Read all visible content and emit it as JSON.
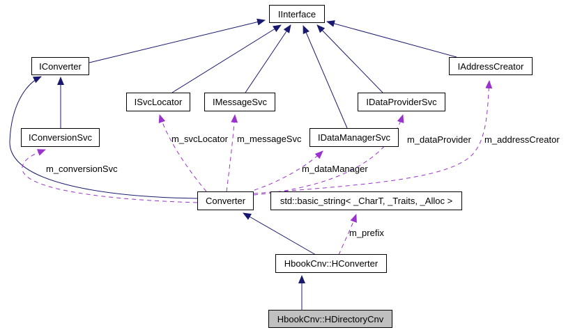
{
  "diagram": {
    "kind": "doxygen-collaboration-diagram",
    "focus_class": "HbookCnv::HDirectoryCnv",
    "colors": {
      "inheritance_edge": "#191970",
      "usage_edge": "#9a32cd",
      "node_fill": "#ffffff",
      "node_border": "#000000",
      "focus_node_fill": "#c0c0c0"
    },
    "nodes": [
      {
        "id": "iinterface",
        "label": "IInterface"
      },
      {
        "id": "iconverter",
        "label": "IConverter"
      },
      {
        "id": "iconversionsvc",
        "label": "IConversionSvc"
      },
      {
        "id": "isvclocator",
        "label": "ISvcLocator"
      },
      {
        "id": "imessagesvc",
        "label": "IMessageSvc"
      },
      {
        "id": "idataprovidersvc",
        "label": "IDataProviderSvc"
      },
      {
        "id": "idatamanagersvc",
        "label": "IDataManagerSvc"
      },
      {
        "id": "iaddresscreator",
        "label": "IAddressCreator"
      },
      {
        "id": "converter",
        "label": "Converter"
      },
      {
        "id": "basic_string",
        "label": "std::basic_string< _CharT, _Traits, _Alloc >"
      },
      {
        "id": "hconverter",
        "label": "HbookCnv::HConverter"
      },
      {
        "id": "hdirectorycnv",
        "label": "HbookCnv::HDirectoryCnv"
      }
    ],
    "edge_labels": {
      "m_conversionSvc": "m_conversionSvc",
      "m_svcLocator": "m_svcLocator",
      "m_messageSvc": "m_messageSvc",
      "m_dataManager": "m_dataManager",
      "m_dataProvider": "m_dataProvider",
      "m_addressCreator": "m_addressCreator",
      "m_prefix": "m_prefix"
    },
    "relations": [
      {
        "from": "IConverter",
        "to": "IInterface",
        "type": "inheritance"
      },
      {
        "from": "ISvcLocator",
        "to": "IInterface",
        "type": "inheritance"
      },
      {
        "from": "IMessageSvc",
        "to": "IInterface",
        "type": "inheritance"
      },
      {
        "from": "IDataManagerSvc",
        "to": "IInterface",
        "type": "inheritance"
      },
      {
        "from": "IDataProviderSvc",
        "to": "IInterface",
        "type": "inheritance"
      },
      {
        "from": "IAddressCreator",
        "to": "IInterface",
        "type": "inheritance"
      },
      {
        "from": "IConversionSvc",
        "to": "IConverter",
        "type": "inheritance"
      },
      {
        "from": "Converter",
        "to": "IConverter",
        "type": "inheritance"
      },
      {
        "from": "Converter",
        "to": "IConversionSvc",
        "type": "usage",
        "label": "m_conversionSvc"
      },
      {
        "from": "Converter",
        "to": "ISvcLocator",
        "type": "usage",
        "label": "m_svcLocator"
      },
      {
        "from": "Converter",
        "to": "IMessageSvc",
        "type": "usage",
        "label": "m_messageSvc"
      },
      {
        "from": "Converter",
        "to": "IDataManagerSvc",
        "type": "usage",
        "label": "m_dataManager"
      },
      {
        "from": "Converter",
        "to": "IDataProviderSvc",
        "type": "usage",
        "label": "m_dataProvider"
      },
      {
        "from": "Converter",
        "to": "IAddressCreator",
        "type": "usage",
        "label": "m_addressCreator"
      },
      {
        "from": "HbookCnv::HConverter",
        "to": "Converter",
        "type": "inheritance"
      },
      {
        "from": "HbookCnv::HConverter",
        "to": "std::basic_string< _CharT, _Traits, _Alloc >",
        "type": "usage",
        "label": "m_prefix"
      },
      {
        "from": "HbookCnv::HDirectoryCnv",
        "to": "HbookCnv::HConverter",
        "type": "inheritance"
      }
    ]
  }
}
